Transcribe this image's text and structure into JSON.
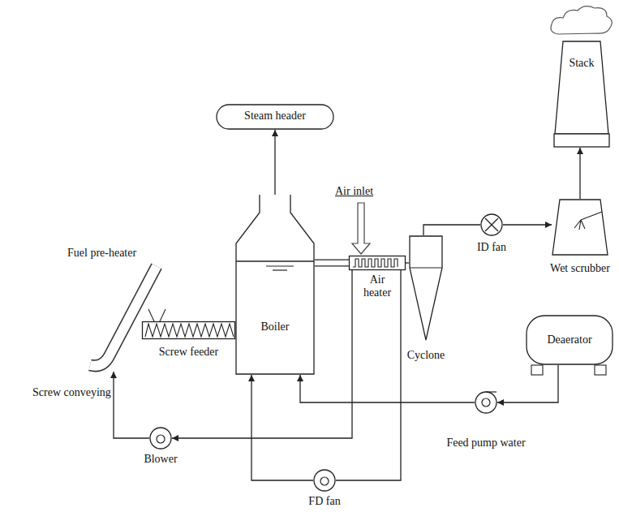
{
  "diagram": {
    "nodes": [
      {
        "text": [
          "Steam header"
        ]
      },
      {
        "text": [
          "Stack"
        ]
      },
      {
        "text": [
          "Fuel pre-heater"
        ]
      },
      {
        "text": [
          "Boiler"
        ]
      },
      {
        "text": [
          "Air heater"
        ]
      },
      {
        "text": [
          "Cyclone"
        ]
      },
      {
        "text": [
          "ID fan"
        ]
      },
      {
        "text": [
          "Wet scrubber"
        ]
      },
      {
        "text": [
          "Screw feeder"
        ]
      },
      {
        "text": [
          "Deaerator"
        ]
      },
      {
        "text": [
          "Feed pump water"
        ]
      },
      {
        "text": [
          "Blower"
        ]
      },
      {
        "text": [
          "FD fan"
        ]
      }
    ],
    "edges": [
      {
        "from": 3,
        "to": 0,
        "arrow": "to"
      },
      {
        "from": 3,
        "to": 4,
        "arrow": "none"
      },
      {
        "from": 4,
        "to": 5,
        "arrow": "none"
      },
      {
        "from": 5,
        "to": 6,
        "arrow": "none"
      },
      {
        "from": 6,
        "to": 7,
        "arrow": "to"
      },
      {
        "from": 7,
        "to": 1,
        "arrow": "to"
      },
      {
        "from": 9,
        "to": 10,
        "arrow": "to"
      },
      {
        "from": 10,
        "to": 3,
        "arrow": "to"
      },
      {
        "from": 4,
        "to": 12,
        "arrow": "none"
      },
      {
        "from": 12,
        "to": 3,
        "arrow": "to"
      },
      {
        "from": 4,
        "to": 11,
        "arrow": "to"
      },
      {
        "from": 11,
        "to": 2,
        "arrow": "to"
      }
    ],
    "labels": [
      "Air inlet",
      "Screw conveying"
    ]
  }
}
